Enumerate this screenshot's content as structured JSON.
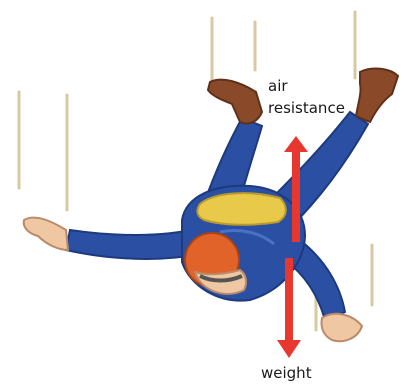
{
  "labels": {
    "air_resistance_line1": "air",
    "air_resistance_line2": "resistance",
    "weight": "weight"
  },
  "colors": {
    "arrow": "#e8372f",
    "suit": "#2a4fa3",
    "suit_dark": "#1d3a7e",
    "suit_light": "#4a72c4",
    "helmet": "#e2632a",
    "backpack": "#e9c94a",
    "skin": "#efc7a3",
    "boot": "#8a4a2a",
    "streak": "#d9c9a3"
  }
}
